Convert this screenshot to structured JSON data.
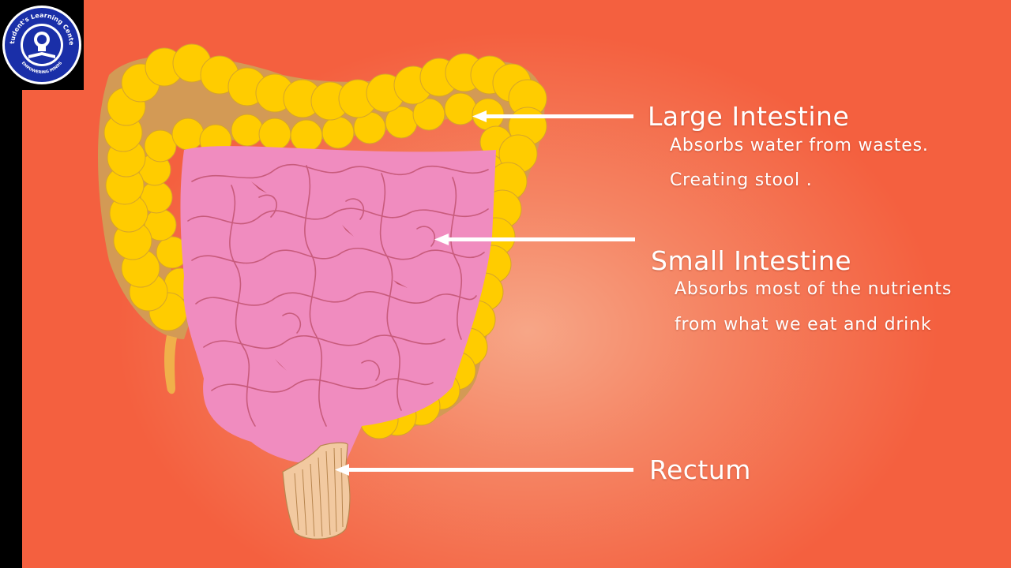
{
  "logo": {
    "top_text": "Student's Learning Center",
    "bottom_text": "EMPOWERING MINDS",
    "ring_color": "#1a2fa8"
  },
  "colors": {
    "background": "#f4603f",
    "large_intestine": "#ffcc00",
    "small_intestine": "#f08cbf",
    "rectum": "#f2c9a0",
    "arrow": "#ffffff"
  },
  "labels": {
    "large": {
      "title": "Large Intestine",
      "line1": "Absorbs water from wastes.",
      "line2": "Creating stool ."
    },
    "small": {
      "title": "Small Intestine",
      "line1": "Absorbs most of the nutrients",
      "line2": "from what we eat and drink"
    },
    "rectum": {
      "title": "Rectum"
    }
  }
}
